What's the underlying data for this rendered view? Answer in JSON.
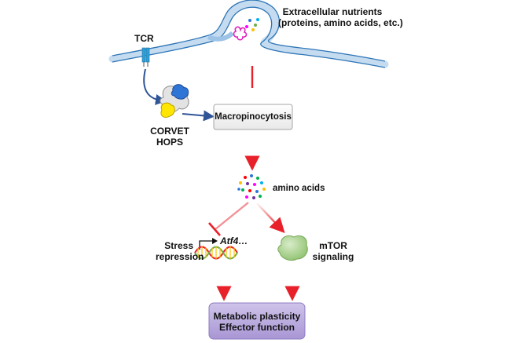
{
  "labels": {
    "nutrients_line1": "Extracellular nutrients",
    "nutrients_line2": "(proteins, amino acids, etc.)",
    "tcr": "TCR",
    "corvet": "CORVET",
    "hops": "HOPS",
    "macropinocytosis": "Macropinocytosis",
    "amino_acids": "amino acids",
    "stress_line1": "Stress",
    "stress_line2": "repression",
    "atf4": "Atf4…",
    "mtor_line1": "mTOR",
    "mtor_line2": "signaling",
    "outcome_line1": "Metabolic plasticity",
    "outcome_line2": "Effector function"
  },
  "colors": {
    "membrane": "#9dc3e6",
    "membrane_edge": "#2e75b6",
    "arrow_red": "#e8202a",
    "arrow_blue": "#2f5597",
    "tcr_blue": "#2e9fd8",
    "box_border": "#a6a6a6",
    "outcome_fill": "#b4a7d6",
    "outcome_border": "#8e7cc3",
    "mtor_green": "#a9d18e",
    "corvet_yellow": "#ffe600",
    "corvet_blue": "#2e75d6"
  }
}
